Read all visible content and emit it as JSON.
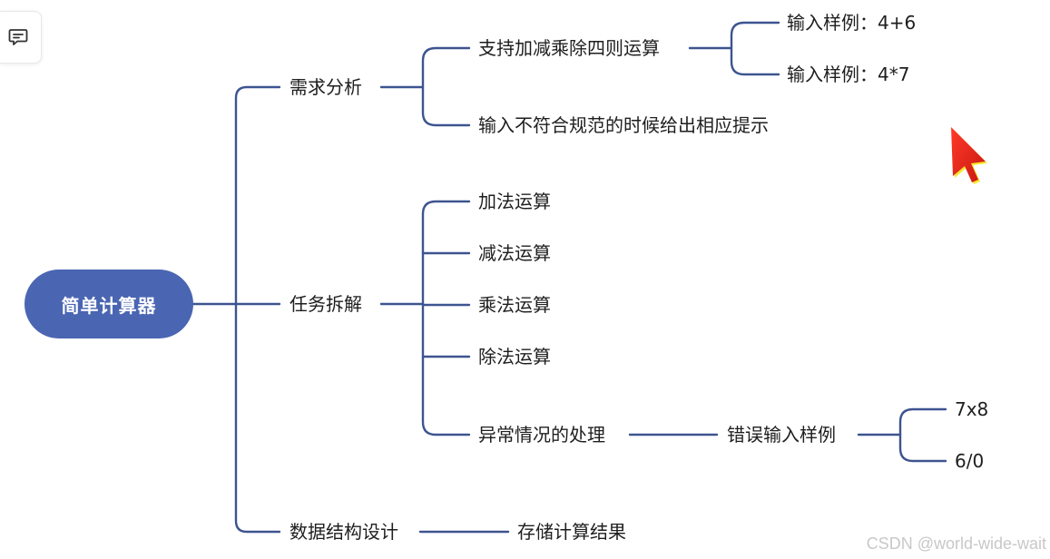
{
  "root": {
    "label": "简单计算器"
  },
  "branches": {
    "requirements": {
      "label": "需求分析",
      "support_ops": "支持加减乘除四则运算",
      "example_1": "输入样例：4+6",
      "example_2": "输入样例：4*7",
      "invalid_hint": "输入不符合规范的时候给出相应提示"
    },
    "tasks": {
      "label": "任务拆解",
      "add": "加法运算",
      "subtract": "减法运算",
      "multiply": "乘法运算",
      "divide": "除法运算",
      "exceptions": "异常情况的处理",
      "error_samples": "错误输入样例",
      "error_1": "7x8",
      "error_2": "6/0"
    },
    "data_structure": {
      "label": "数据结构设计",
      "store_results": "存储计算结果"
    }
  },
  "watermark": "CSDN @world-wide-wait",
  "colors": {
    "root_fill": "#4a65b2",
    "connector": "#3d5490",
    "cursor": "#e8261c"
  },
  "icons": {
    "comment": "comment-icon",
    "cursor": "mouse-pointer-icon"
  }
}
